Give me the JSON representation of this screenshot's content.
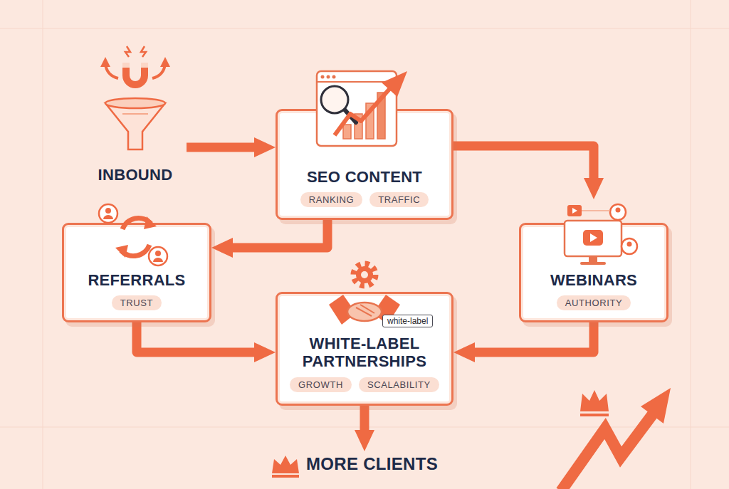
{
  "diagram": {
    "nodes": [
      {
        "text": [
          "INBOUND"
        ]
      },
      {
        "text": [
          "SEO CONTENT",
          "RANKING",
          "TRAFFIC"
        ]
      },
      {
        "text": [
          "REFERRALS",
          "TRUST"
        ]
      },
      {
        "text": [
          "WEBINARS",
          "AUTHORITY"
        ]
      },
      {
        "text": [
          "white-label",
          "WHITE-LABEL PARTNERSHIPS",
          "GROWTH",
          "SCALABILITY"
        ]
      },
      {
        "text": [
          "MORE CLIENTS"
        ]
      }
    ],
    "edges": [
      {
        "from": 0,
        "to": 1,
        "arrow": "to"
      },
      {
        "from": 1,
        "to": 3,
        "arrow": "to"
      },
      {
        "from": 1,
        "to": 2,
        "arrow": "to"
      },
      {
        "from": 2,
        "to": 4,
        "arrow": "to"
      },
      {
        "from": 3,
        "to": 4,
        "arrow": "to"
      },
      {
        "from": 4,
        "to": 5,
        "arrow": "to"
      }
    ]
  }
}
